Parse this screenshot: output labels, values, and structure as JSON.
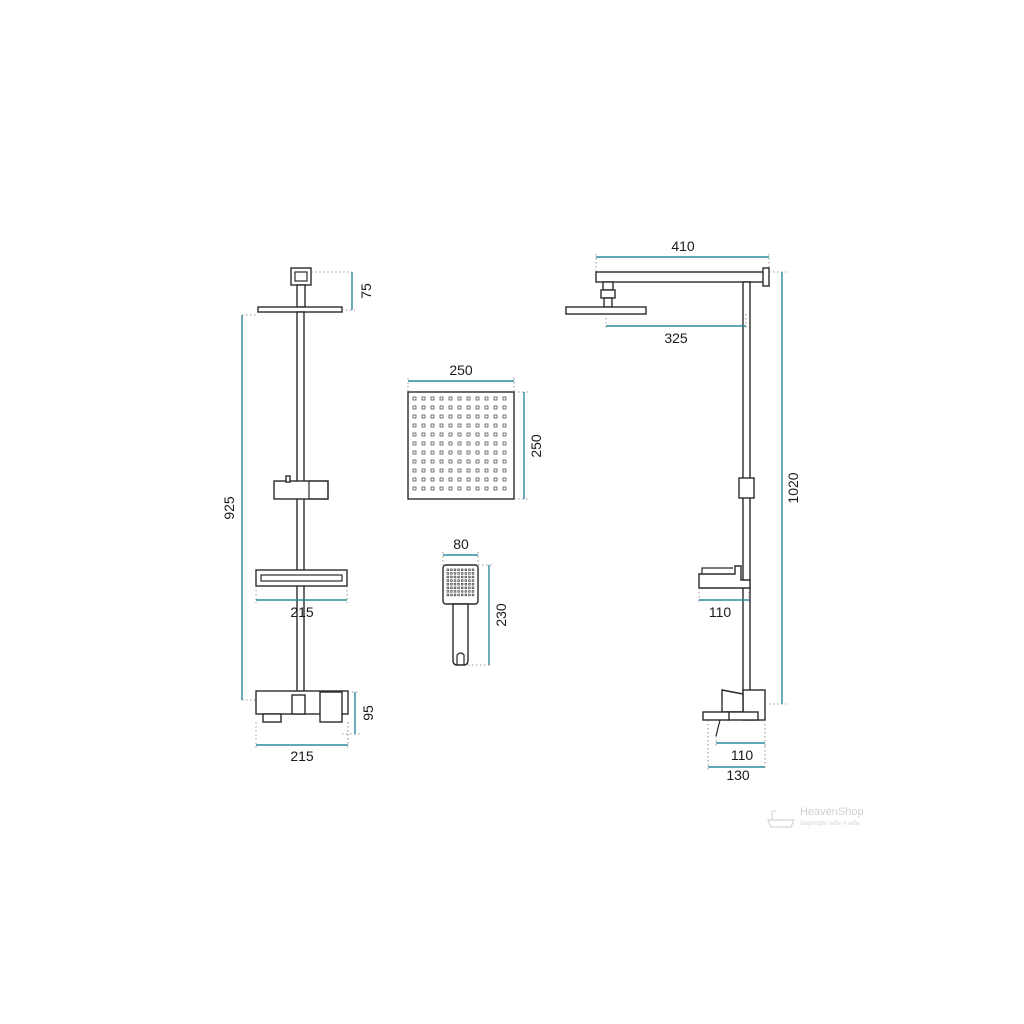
{
  "dimensions": {
    "left_head_height": "75",
    "left_total_height": "925",
    "left_shelf_width": "215",
    "left_mixer_height": "95",
    "left_mixer_width": "215",
    "head_width": "250",
    "head_height": "250",
    "hand_width": "80",
    "hand_length": "230",
    "right_arm_length": "410",
    "right_arm_reach": "325",
    "right_total_height": "1020",
    "right_shelf_depth": "110",
    "right_mixer_depth": "110",
    "right_spout_depth": "130"
  },
  "watermark": {
    "brand": "HeavenShop",
    "slogan": "Inspirujte sebe v sebe"
  },
  "colors": {
    "dimension_line": "#2f8a9e",
    "outline": "#2a2a2a"
  },
  "icons": {
    "watermark_logo": "bathtub-icon"
  }
}
